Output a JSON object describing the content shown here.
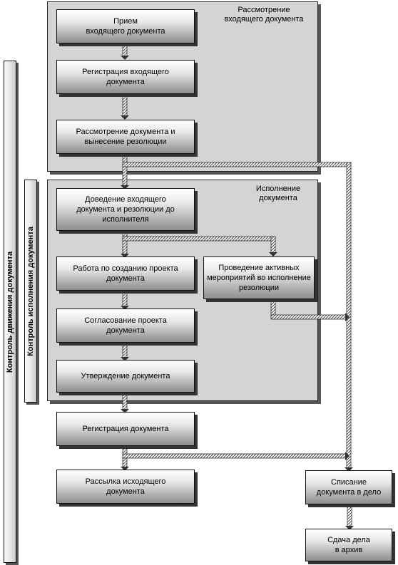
{
  "sections": {
    "review": "Рассмотрение\nвходящего документа",
    "execution": "Исполнение\nдокумента"
  },
  "side_bars": {
    "movement_control": "Контроль движения документа",
    "execution_control": "Контроль исполнения документа"
  },
  "boxes": {
    "receive": "Прием\nвходящего документа",
    "register_incoming": "Регистрация входящего\nдокумента",
    "review_resolution": "Рассмотрение документа и\nвынесение резолюции",
    "deliver": "Доведение входящего\nдокумента и резолюции до\nисполнителя",
    "draft": "Работа по созданию проекта\nдокумента",
    "activities": "Проведение активных\nмероприятий во исполнение\nрезолюции",
    "approval": "Согласование проекта\nдокумента",
    "confirm": "Утверждение документа",
    "register_doc": "Регистрация документа",
    "mailing": "Рассылка исходящего\nдокумента",
    "write_off": "Списание\nдокумента в дело",
    "archive": "Сдача дела\nв архив"
  }
}
